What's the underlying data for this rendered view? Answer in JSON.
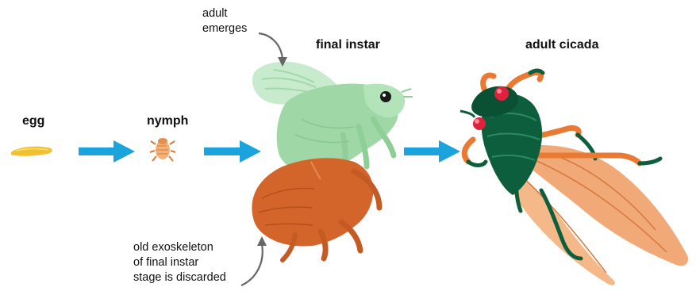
{
  "stages": {
    "egg": "egg",
    "nymph": "nymph",
    "final_instar": "final instar",
    "adult_cicada": "adult cicada"
  },
  "annotations": {
    "adult_emerges_line1": "adult",
    "adult_emerges_line2": "emerges",
    "exoskeleton_line1": "old exoskeleton",
    "exoskeleton_line2": "of final instar",
    "exoskeleton_line3": "stage is discarded"
  },
  "colors": {
    "arrow": "#1aa3dc",
    "egg": "#f3c130",
    "exoskeleton": "#d3652a",
    "emerging_adult": "#9fd8a6",
    "adult_body": "#0c5e3c",
    "adult_legs": "#e97a33",
    "adult_eyes": "#e0203c",
    "adult_wings": "#f0a068"
  },
  "icons": [
    "egg-icon",
    "nymph-icon",
    "arrow-right-icon",
    "emerging-adult-icon",
    "exoskeleton-icon",
    "adult-cicada-icon",
    "curved-pointer-icon"
  ]
}
